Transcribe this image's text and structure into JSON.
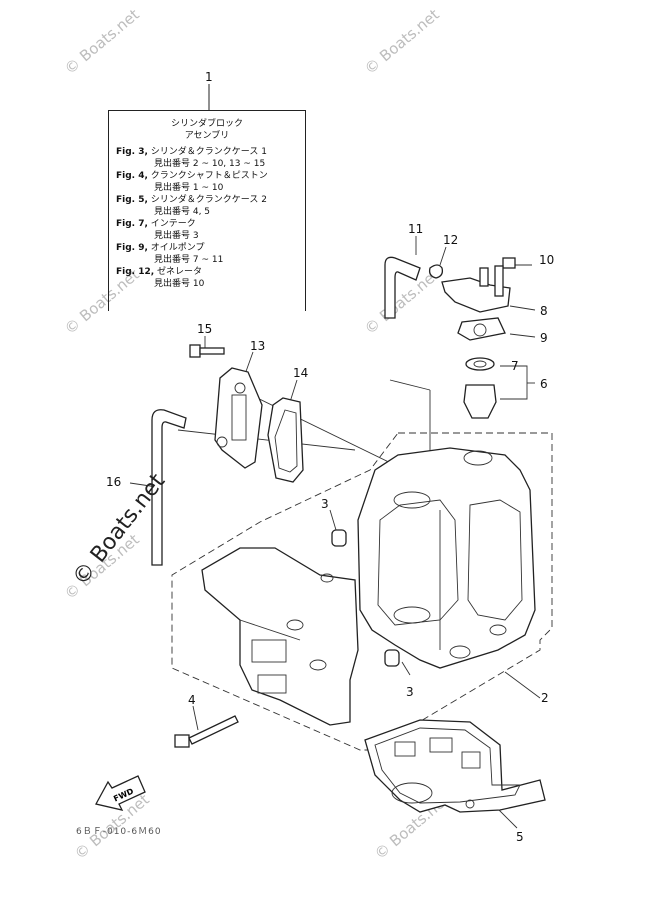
{
  "watermarks": {
    "text": "© Boats.net",
    "main": "© Boats.net"
  },
  "legend": {
    "ref": "1",
    "title_line1": "シリンダブロック",
    "title_line2": "アセンブリ",
    "entries": [
      {
        "fig": "Fig. 3,",
        "name": "シリンダ＆クランクケース 1",
        "ref": "見出番号 2 ~ 10, 13 ~ 15"
      },
      {
        "fig": "Fig. 4,",
        "name": "クランクシャフト＆ピストン",
        "ref": "見出番号 1 ~ 10"
      },
      {
        "fig": "Fig. 5,",
        "name": "シリンダ＆クランクケース 2",
        "ref": "見出番号 4, 5"
      },
      {
        "fig": "Fig. 7,",
        "name": "インテーク",
        "ref": "見出番号 3"
      },
      {
        "fig": "Fig. 9,",
        "name": "オイルポンプ",
        "ref": "見出番号 7 ~ 11"
      },
      {
        "fig": "Fig. 12,",
        "name": "ゼネレータ",
        "ref": "見出番号 10"
      }
    ]
  },
  "callouts": {
    "c2": "2",
    "c3a": "3",
    "c3b": "3",
    "c4": "4",
    "c5": "5",
    "c6": "6",
    "c7": "7",
    "c8": "8",
    "c9": "9",
    "c10": "10",
    "c11": "11",
    "c12": "12",
    "c13": "13",
    "c14": "14",
    "c15": "15",
    "c16": "16"
  },
  "fwd_label": "FWD",
  "drawing_code": "6ＢＦ-010-6Ｍ60"
}
